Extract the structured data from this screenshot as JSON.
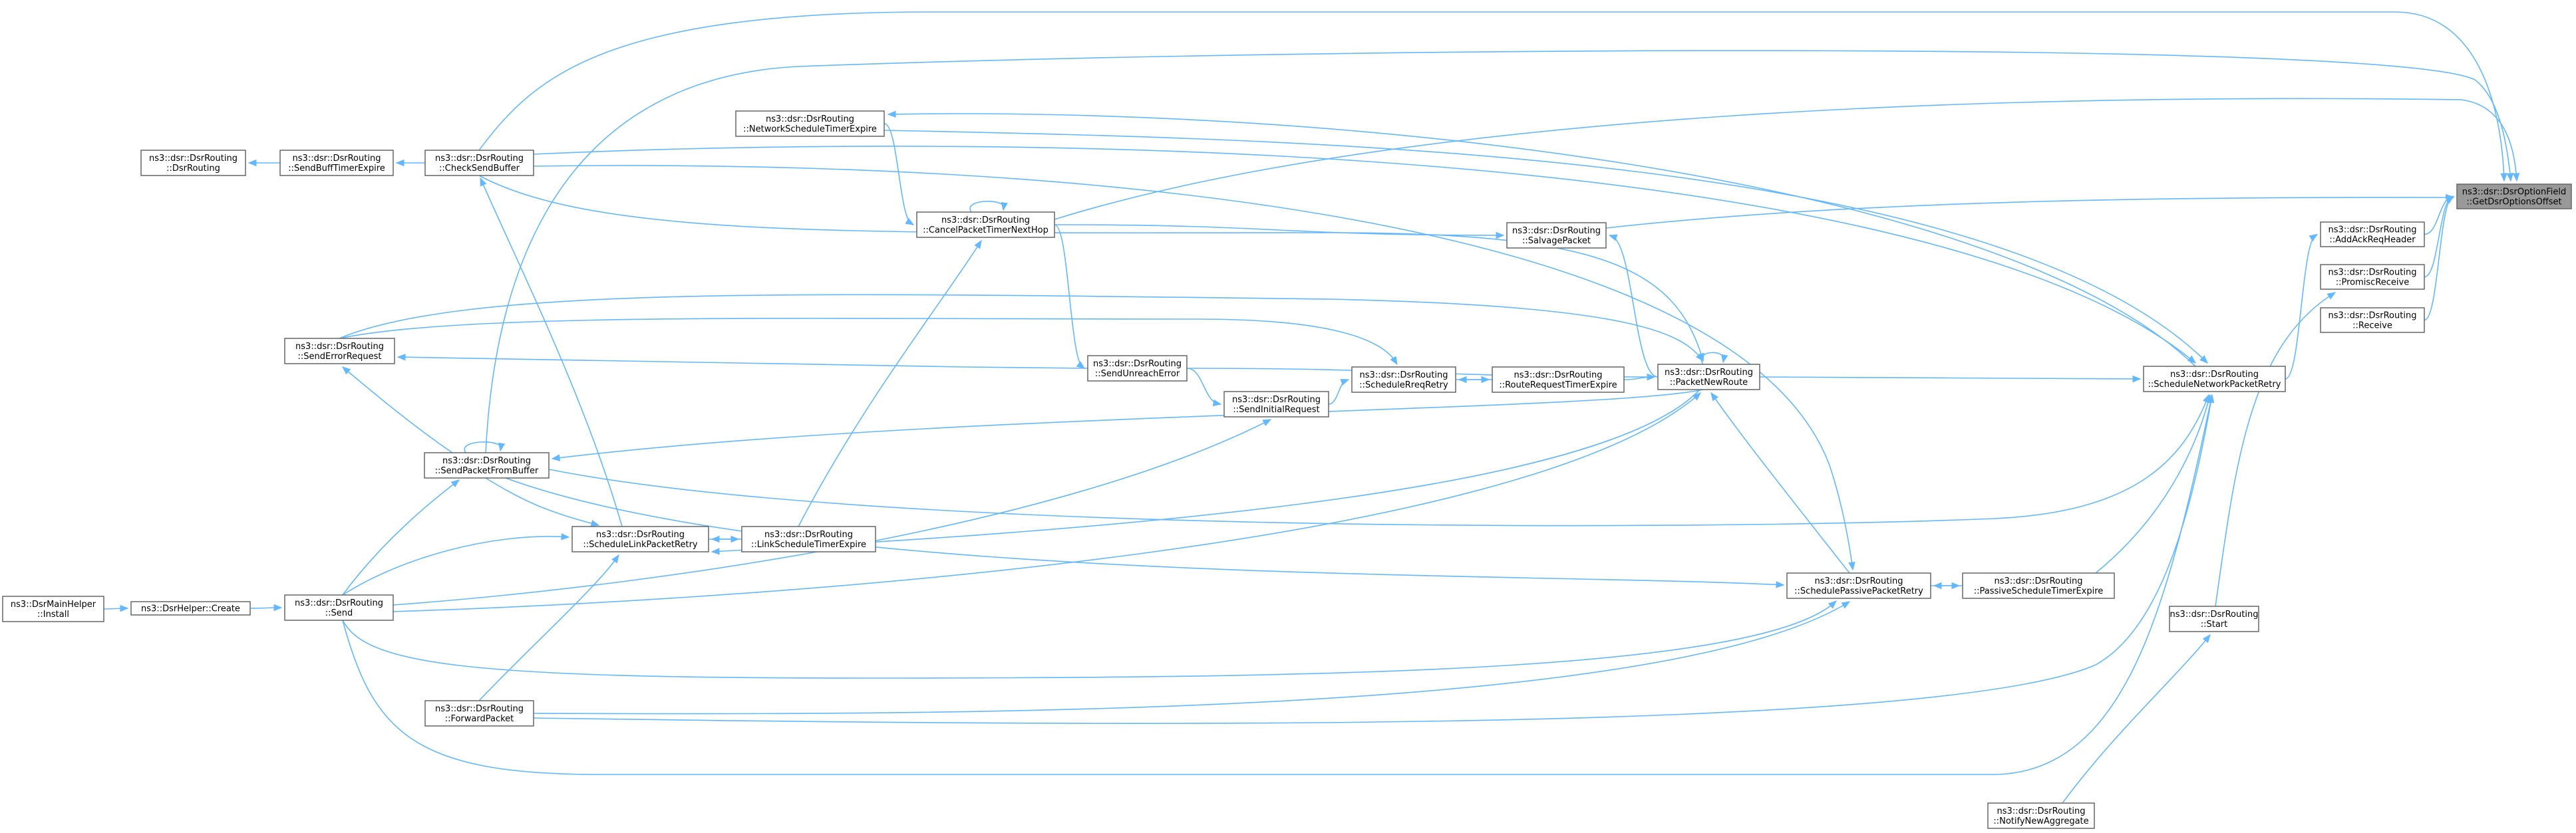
{
  "graph": {
    "root": "getDsrOptionsOffset",
    "nodes": [
      {
        "id": "getDsrOptionsOffset",
        "lines": [
          "ns3::dsr::DsrOptionField",
          "::GetDsrOptionsOffset"
        ],
        "root": true
      },
      {
        "id": "addAckReqHeader",
        "lines": [
          "ns3::dsr::DsrRouting",
          "::AddAckReqHeader"
        ]
      },
      {
        "id": "promiscReceive",
        "lines": [
          "ns3::dsr::DsrRouting",
          "::PromiscReceive"
        ]
      },
      {
        "id": "receive",
        "lines": [
          "ns3::dsr::DsrRouting",
          "::Receive"
        ]
      },
      {
        "id": "scheduleNetworkPacketRetry",
        "lines": [
          "ns3::dsr::DsrRouting",
          "::ScheduleNetworkPacketRetry"
        ]
      },
      {
        "id": "start",
        "lines": [
          "ns3::dsr::DsrRouting",
          "::Start"
        ]
      },
      {
        "id": "notifyNewAggregate",
        "lines": [
          "ns3::dsr::DsrRouting",
          "::NotifyNewAggregate"
        ]
      },
      {
        "id": "salvagePacket",
        "lines": [
          "ns3::dsr::DsrRouting",
          "::SalvagePacket"
        ]
      },
      {
        "id": "packetNewRoute",
        "lines": [
          "ns3::dsr::DsrRouting",
          "::PacketNewRoute"
        ]
      },
      {
        "id": "routeRequestTimerExpire",
        "lines": [
          "ns3::dsr::DsrRouting",
          "::RouteRequestTimerExpire"
        ]
      },
      {
        "id": "scheduleRreqRetry",
        "lines": [
          "ns3::dsr::DsrRouting",
          "::ScheduleRreqRetry"
        ]
      },
      {
        "id": "sendInitialRequest",
        "lines": [
          "ns3::dsr::DsrRouting",
          "::SendInitialRequest"
        ]
      },
      {
        "id": "sendUnreachError",
        "lines": [
          "ns3::dsr::DsrRouting",
          "::SendUnreachError"
        ]
      },
      {
        "id": "cancelPacketTimerNextHop",
        "lines": [
          "ns3::dsr::DsrRouting",
          "::CancelPacketTimerNextHop"
        ]
      },
      {
        "id": "networkScheduleTimerExpire",
        "lines": [
          "ns3::dsr::DsrRouting",
          "::NetworkScheduleTimerExpire"
        ]
      },
      {
        "id": "checkSendBuffer",
        "lines": [
          "ns3::dsr::DsrRouting",
          "::CheckSendBuffer"
        ]
      },
      {
        "id": "sendBuffTimerExpire",
        "lines": [
          "ns3::dsr::DsrRouting",
          "::SendBuffTimerExpire"
        ]
      },
      {
        "id": "dsrRouting",
        "lines": [
          "ns3::dsr::DsrRouting",
          "::DsrRouting"
        ]
      },
      {
        "id": "sendErrorRequest",
        "lines": [
          "ns3::dsr::DsrRouting",
          "::SendErrorRequest"
        ]
      },
      {
        "id": "sendPacketFromBuffer",
        "lines": [
          "ns3::dsr::DsrRouting",
          "::SendPacketFromBuffer"
        ]
      },
      {
        "id": "scheduleLinkPacketRetry",
        "lines": [
          "ns3::dsr::DsrRouting",
          "::ScheduleLinkPacketRetry"
        ]
      },
      {
        "id": "linkScheduleTimerExpire",
        "lines": [
          "ns3::dsr::DsrRouting",
          "::LinkScheduleTimerExpire"
        ]
      },
      {
        "id": "send",
        "lines": [
          "ns3::dsr::DsrRouting",
          "::Send"
        ]
      },
      {
        "id": "forwardPacket",
        "lines": [
          "ns3::dsr::DsrRouting",
          "::ForwardPacket"
        ]
      },
      {
        "id": "schedulePassivePacketRetry",
        "lines": [
          "ns3::dsr::DsrRouting",
          "::SchedulePassivePacketRetry"
        ]
      },
      {
        "id": "passiveScheduleTimerExpire",
        "lines": [
          "ns3::dsr::DsrRouting",
          "::PassiveScheduleTimerExpire"
        ]
      },
      {
        "id": "dsrHelperCreate",
        "lines": [
          "ns3::DsrHelper::Create"
        ]
      },
      {
        "id": "dsrMainHelperInstall",
        "lines": [
          "ns3::DsrMainHelper",
          "::Install"
        ]
      }
    ],
    "edges": [
      {
        "from": "addAckReqHeader",
        "to": "getDsrOptionsOffset"
      },
      {
        "from": "promiscReceive",
        "to": "getDsrOptionsOffset"
      },
      {
        "from": "receive",
        "to": "getDsrOptionsOffset"
      },
      {
        "from": "scheduleNetworkPacketRetry",
        "to": "addAckReqHeader"
      },
      {
        "from": "start",
        "to": "promiscReceive"
      },
      {
        "from": "notifyNewAggregate",
        "to": "start"
      },
      {
        "from": "salvagePacket",
        "to": "getDsrOptionsOffset"
      },
      {
        "from": "packetNewRoute",
        "to": "salvagePacket"
      },
      {
        "from": "packetNewRoute",
        "to": "scheduleNetworkPacketRetry"
      },
      {
        "from": "routeRequestTimerExpire",
        "to": "packetNewRoute"
      },
      {
        "from": "scheduleRreqRetry",
        "to": "routeRequestTimerExpire"
      },
      {
        "from": "routeRequestTimerExpire",
        "to": "scheduleRreqRetry"
      },
      {
        "from": "sendInitialRequest",
        "to": "scheduleRreqRetry"
      },
      {
        "from": "sendUnreachError",
        "to": "sendInitialRequest"
      },
      {
        "from": "sendUnreachError",
        "to": "packetNewRoute"
      },
      {
        "from": "cancelPacketTimerNextHop",
        "to": "sendUnreachError"
      },
      {
        "from": "cancelPacketTimerNextHop",
        "to": "salvagePacket"
      },
      {
        "from": "cancelPacketTimerNextHop",
        "to": "getDsrOptionsOffset"
      },
      {
        "from": "networkScheduleTimerExpire",
        "to": "cancelPacketTimerNextHop"
      },
      {
        "from": "scheduleNetworkPacketRetry",
        "to": "networkScheduleTimerExpire"
      },
      {
        "from": "networkScheduleTimerExpire",
        "to": "scheduleNetworkPacketRetry"
      },
      {
        "from": "checkSendBuffer",
        "to": "getDsrOptionsOffset"
      },
      {
        "from": "checkSendBuffer",
        "to": "sendBuffTimerExpire"
      },
      {
        "from": "sendBuffTimerExpire",
        "to": "dsrRouting"
      },
      {
        "from": "checkSendBuffer",
        "to": "scheduleNetworkPacketRetry"
      },
      {
        "from": "checkSendBuffer",
        "to": "packetNewRoute"
      },
      {
        "from": "checkSendBuffer",
        "to": "schedulePassivePacketRetry"
      },
      {
        "from": "sendErrorRequest",
        "to": "packetNewRoute"
      },
      {
        "from": "sendErrorRequest",
        "to": "scheduleRreqRetry"
      },
      {
        "from": "sendErrorRequest",
        "to": "sendUnreachError"
      },
      {
        "from": "sendPacketFromBuffer",
        "to": "sendErrorRequest"
      },
      {
        "from": "sendPacketFromBuffer",
        "to": "getDsrOptionsOffset"
      },
      {
        "from": "sendPacketFromBuffer",
        "to": "packetNewRoute"
      },
      {
        "from": "sendPacketFromBuffer",
        "to": "scheduleNetworkPacketRetry"
      },
      {
        "from": "sendPacketFromBuffer",
        "to": "scheduleLinkPacketRetry"
      },
      {
        "from": "sendPacketFromBuffer",
        "to": "schedulePassivePacketRetry"
      },
      {
        "from": "scheduleLinkPacketRetry",
        "to": "checkSendBuffer"
      },
      {
        "from": "scheduleLinkPacketRetry",
        "to": "linkScheduleTimerExpire"
      },
      {
        "from": "linkScheduleTimerExpire",
        "to": "scheduleLinkPacketRetry"
      },
      {
        "from": "linkScheduleTimerExpire",
        "to": "cancelPacketTimerNextHop"
      },
      {
        "from": "packetNewRoute",
        "to": "scheduleLinkPacketRetry"
      },
      {
        "from": "send",
        "to": "sendPacketFromBuffer"
      },
      {
        "from": "send",
        "to": "scheduleLinkPacketRetry"
      },
      {
        "from": "send",
        "to": "sendInitialRequest"
      },
      {
        "from": "send",
        "to": "packetNewRoute"
      },
      {
        "from": "send",
        "to": "schedulePassivePacketRetry"
      },
      {
        "from": "send",
        "to": "scheduleNetworkPacketRetry"
      },
      {
        "from": "dsrHelperCreate",
        "to": "send"
      },
      {
        "from": "dsrMainHelperInstall",
        "to": "dsrHelperCreate"
      },
      {
        "from": "forwardPacket",
        "to": "scheduleLinkPacketRetry"
      },
      {
        "from": "forwardPacket",
        "to": "schedulePassivePacketRetry"
      },
      {
        "from": "forwardPacket",
        "to": "scheduleNetworkPacketRetry"
      },
      {
        "from": "schedulePassivePacketRetry",
        "to": "packetNewRoute"
      },
      {
        "from": "schedulePassivePacketRetry",
        "to": "passiveScheduleTimerExpire"
      },
      {
        "from": "passiveScheduleTimerExpire",
        "to": "schedulePassivePacketRetry"
      },
      {
        "from": "passiveScheduleTimerExpire",
        "to": "scheduleNetworkPacketRetry"
      },
      {
        "from": "packetNewRoute",
        "to": "packetNewRoute"
      },
      {
        "from": "cancelPacketTimerNextHop",
        "to": "cancelPacketTimerNextHop"
      },
      {
        "from": "sendPacketFromBuffer",
        "to": "sendPacketFromBuffer"
      }
    ]
  },
  "colors": {
    "edge": "#63b8ff",
    "node_border": "#666666",
    "root_fill": "#999999",
    "node_fill": "#ffffff"
  }
}
